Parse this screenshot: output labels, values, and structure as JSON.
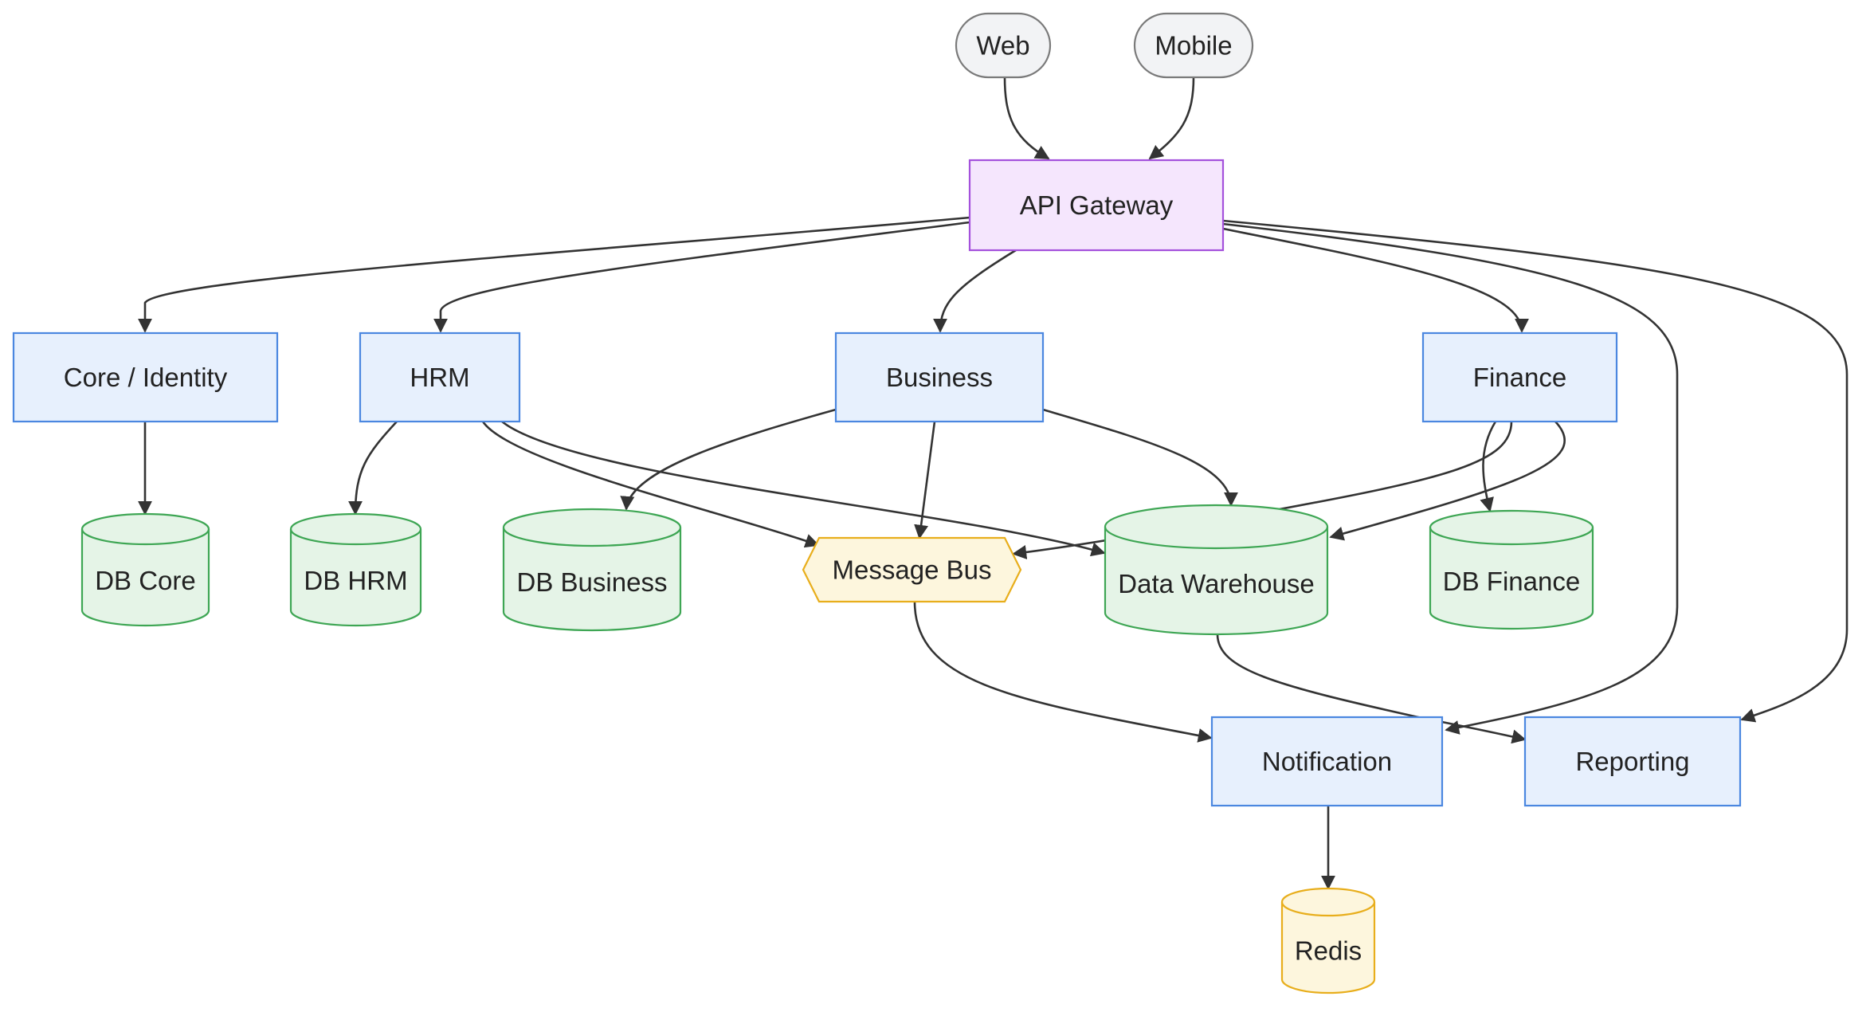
{
  "colors": {
    "client_fill": "#f2f3f5",
    "client_stroke": "#7a7a7a",
    "gateway_fill": "#f5e6fd",
    "gateway_stroke": "#a451dc",
    "service_fill": "#e7f0fd",
    "service_stroke": "#4b87e0",
    "db_fill": "#e5f4e7",
    "db_stroke": "#3ea654",
    "bus_fill": "#fdf6dd",
    "bus_stroke": "#e8ae1c",
    "cache_fill": "#fdf6dd",
    "cache_stroke": "#e8ae1c",
    "edge": "#333333"
  },
  "nodes": {
    "web": {
      "label": "Web",
      "kind": "client"
    },
    "mobile": {
      "label": "Mobile",
      "kind": "client"
    },
    "api_gateway": {
      "label": "API Gateway",
      "kind": "gateway"
    },
    "core_identity": {
      "label": "Core / Identity",
      "kind": "service"
    },
    "hrm": {
      "label": "HRM",
      "kind": "service"
    },
    "business": {
      "label": "Business",
      "kind": "service"
    },
    "finance": {
      "label": "Finance",
      "kind": "service"
    },
    "db_core": {
      "label": "DB Core",
      "kind": "database"
    },
    "db_hrm": {
      "label": "DB HRM",
      "kind": "database"
    },
    "db_business": {
      "label": "DB Business",
      "kind": "database"
    },
    "message_bus": {
      "label": "Message Bus",
      "kind": "bus"
    },
    "data_warehouse": {
      "label": "Data Warehouse",
      "kind": "database"
    },
    "db_finance": {
      "label": "DB Finance",
      "kind": "database"
    },
    "notification": {
      "label": "Notification",
      "kind": "service"
    },
    "reporting": {
      "label": "Reporting",
      "kind": "service"
    },
    "redis": {
      "label": "Redis",
      "kind": "cache"
    }
  },
  "edges": [
    {
      "from": "web",
      "to": "api_gateway"
    },
    {
      "from": "mobile",
      "to": "api_gateway"
    },
    {
      "from": "api_gateway",
      "to": "core_identity"
    },
    {
      "from": "api_gateway",
      "to": "hrm"
    },
    {
      "from": "api_gateway",
      "to": "business"
    },
    {
      "from": "api_gateway",
      "to": "finance"
    },
    {
      "from": "api_gateway",
      "to": "notification"
    },
    {
      "from": "api_gateway",
      "to": "reporting"
    },
    {
      "from": "core_identity",
      "to": "db_core"
    },
    {
      "from": "hrm",
      "to": "db_hrm"
    },
    {
      "from": "hrm",
      "to": "message_bus"
    },
    {
      "from": "hrm",
      "to": "data_warehouse"
    },
    {
      "from": "business",
      "to": "db_business"
    },
    {
      "from": "business",
      "to": "message_bus"
    },
    {
      "from": "business",
      "to": "data_warehouse"
    },
    {
      "from": "finance",
      "to": "message_bus"
    },
    {
      "from": "finance",
      "to": "db_finance"
    },
    {
      "from": "finance",
      "to": "data_warehouse"
    },
    {
      "from": "message_bus",
      "to": "notification"
    },
    {
      "from": "data_warehouse",
      "to": "reporting"
    },
    {
      "from": "notification",
      "to": "redis"
    }
  ]
}
